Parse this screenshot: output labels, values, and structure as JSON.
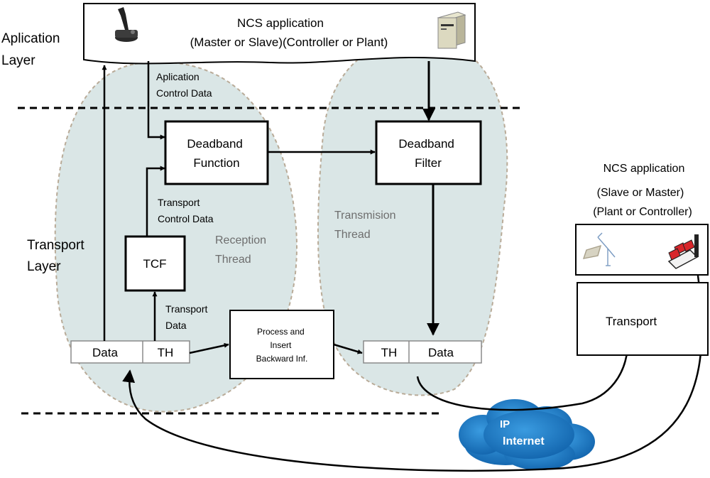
{
  "layers": {
    "application": [
      "Aplication",
      "Layer"
    ],
    "transport": [
      "Transport",
      "Layer"
    ]
  },
  "app_box": {
    "title": "NCS application",
    "subtitle": "(Master or Slave)(Controller or Plant)"
  },
  "remote": {
    "title": "NCS application",
    "line1": "(Slave or Master)",
    "line2": "(Plant or Controller)",
    "transport_label": "Transport"
  },
  "labels": {
    "app_control": [
      "Aplication",
      "Control Data"
    ],
    "transport_control": [
      "Transport",
      "Control Data"
    ],
    "transport_data": [
      "Transport",
      "Data"
    ],
    "reception_thread": [
      "Reception",
      "Thread"
    ],
    "transmission_thread": [
      "Transmision",
      "Thread"
    ]
  },
  "boxes": {
    "deadband_function": [
      "Deadband",
      "Function"
    ],
    "deadband_filter": [
      "Deadband",
      "Filter"
    ],
    "tcf": "TCF",
    "process": [
      "Process and",
      "Insert",
      "Backward Inf."
    ]
  },
  "packets": {
    "rx_data": "Data",
    "rx_th": "TH",
    "tx_th": "TH",
    "tx_data": "Data"
  },
  "cloud": {
    "ip": "IP",
    "internet": "Internet"
  },
  "icons": [
    "joystick-icon",
    "server-icon",
    "robot-arm-icon",
    "factory-icon",
    "cloud-icon"
  ],
  "colors": {
    "thread_fill": "#dae6e6",
    "thread_stroke": "#b9ab98",
    "cloud": "#1f7fc8",
    "label_grey": "#6e6e6e"
  }
}
